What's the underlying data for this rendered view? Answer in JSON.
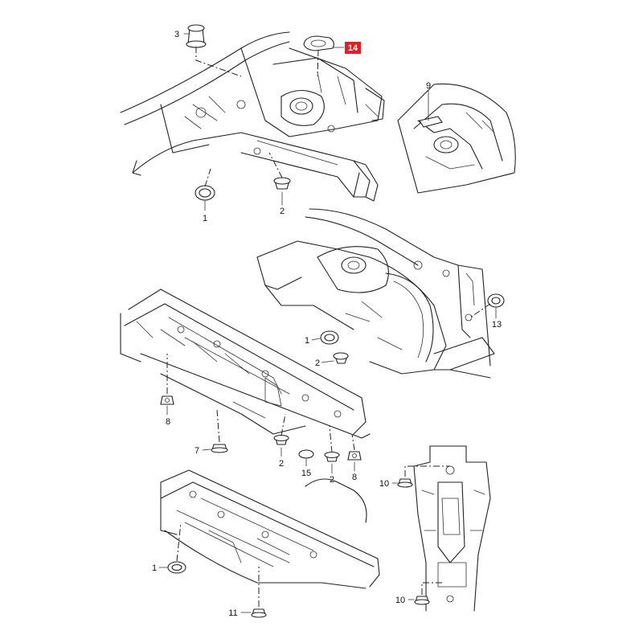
{
  "diagram": {
    "highlight_color": "#e31e24",
    "callouts": [
      {
        "id": "c3",
        "text": "3"
      },
      {
        "id": "c14",
        "text": "14",
        "highlighted": true
      },
      {
        "id": "c9",
        "text": "9"
      },
      {
        "id": "c1a",
        "text": "1"
      },
      {
        "id": "c2a",
        "text": "2"
      },
      {
        "id": "c13",
        "text": "13"
      },
      {
        "id": "c1b",
        "text": "1"
      },
      {
        "id": "c2b",
        "text": "2"
      },
      {
        "id": "c8a",
        "text": "8"
      },
      {
        "id": "c7",
        "text": "7"
      },
      {
        "id": "c2c",
        "text": "2"
      },
      {
        "id": "c15",
        "text": "15"
      },
      {
        "id": "c2d",
        "text": "2"
      },
      {
        "id": "c8b",
        "text": "8"
      },
      {
        "id": "c10a",
        "text": "10"
      },
      {
        "id": "c1c",
        "text": "1"
      },
      {
        "id": "c11",
        "text": "11"
      },
      {
        "id": "c10b",
        "text": "10"
      }
    ]
  }
}
